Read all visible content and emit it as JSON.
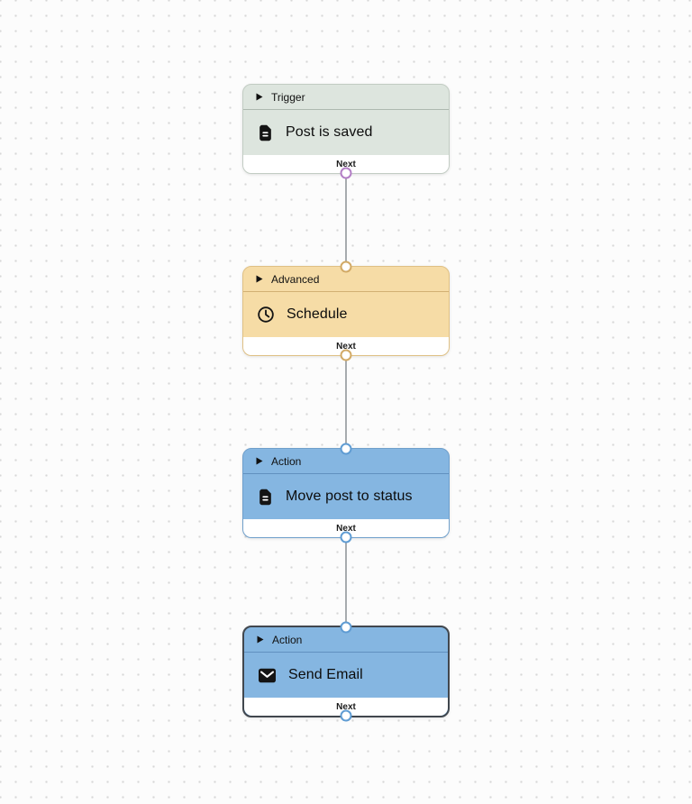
{
  "canvas": {
    "background": "#fcfcfc",
    "dot_color": "#d7d7d7",
    "edge_color": "#a7abae"
  },
  "nodes": [
    {
      "id": "trigger-post-is-saved",
      "category": "Trigger",
      "title": "Post is saved",
      "icon": "file-text-icon",
      "footer_label": "Next",
      "selected": false,
      "has_top_handle": false,
      "has_bottom_handle": true,
      "colors": {
        "fill": "#dde5de",
        "border": "#c2ccc3",
        "divider": "#aeb9b0",
        "handle": "#b37fc6"
      }
    },
    {
      "id": "advanced-schedule",
      "category": "Advanced",
      "title": "Schedule",
      "icon": "clock-icon",
      "footer_label": "Next",
      "selected": false,
      "has_top_handle": true,
      "has_bottom_handle": true,
      "colors": {
        "fill": "#f6dca6",
        "border": "#dfc085",
        "divider": "#d2b073",
        "handle": "#d2aa66"
      }
    },
    {
      "id": "action-move-post-to-status",
      "category": "Action",
      "title": "Move post to status",
      "icon": "file-text-icon",
      "footer_label": "Next",
      "selected": false,
      "has_top_handle": true,
      "has_bottom_handle": true,
      "colors": {
        "fill": "#85b6e1",
        "border": "#6f9fcb",
        "divider": "#6090bf",
        "handle": "#5f9cd3"
      }
    },
    {
      "id": "action-send-email",
      "category": "Action",
      "title": "Send Email",
      "icon": "envelope-icon",
      "footer_label": "Next",
      "selected": true,
      "has_top_handle": true,
      "has_bottom_handle": true,
      "colors": {
        "fill": "#85b6e1",
        "border": "#41474e",
        "divider": "#6090bf",
        "handle": "#5f9cd3"
      }
    }
  ],
  "edges": [
    {
      "from": "trigger-post-is-saved",
      "to": "advanced-schedule"
    },
    {
      "from": "advanced-schedule",
      "to": "action-move-post-to-status"
    },
    {
      "from": "action-move-post-to-status",
      "to": "action-send-email"
    }
  ]
}
